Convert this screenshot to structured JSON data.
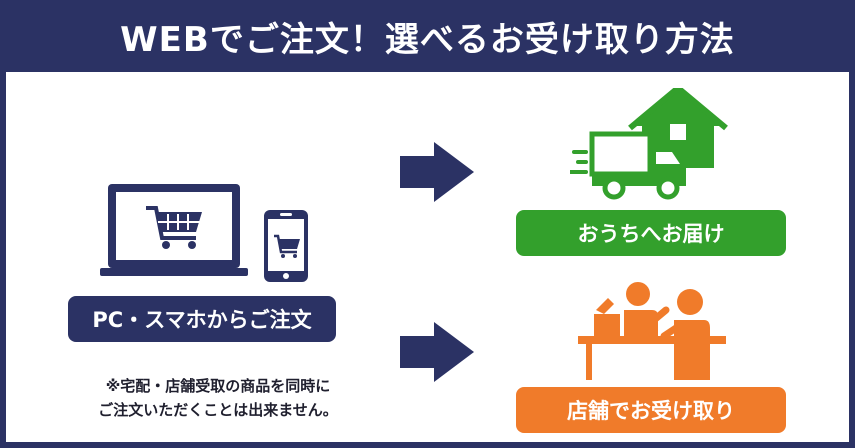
{
  "title": "WEBでご注文！選べるお受け取り方法",
  "order": {
    "label": "PC・スマホからご注文"
  },
  "options": {
    "home": "おうちへお届け",
    "store": "店舗でお受け取り"
  },
  "note": {
    "line1": "※宅配・店舗受取の商品を同時に",
    "line2": "ご注文いただくことは出来ません。"
  },
  "colors": {
    "navy": "#2b3264",
    "green": "#33a02c",
    "orange": "#f07b2a"
  },
  "icons": [
    "laptop-cart-icon",
    "smartphone-cart-icon",
    "arrow-right-icon",
    "delivery-truck-house-icon",
    "store-counter-icon"
  ]
}
